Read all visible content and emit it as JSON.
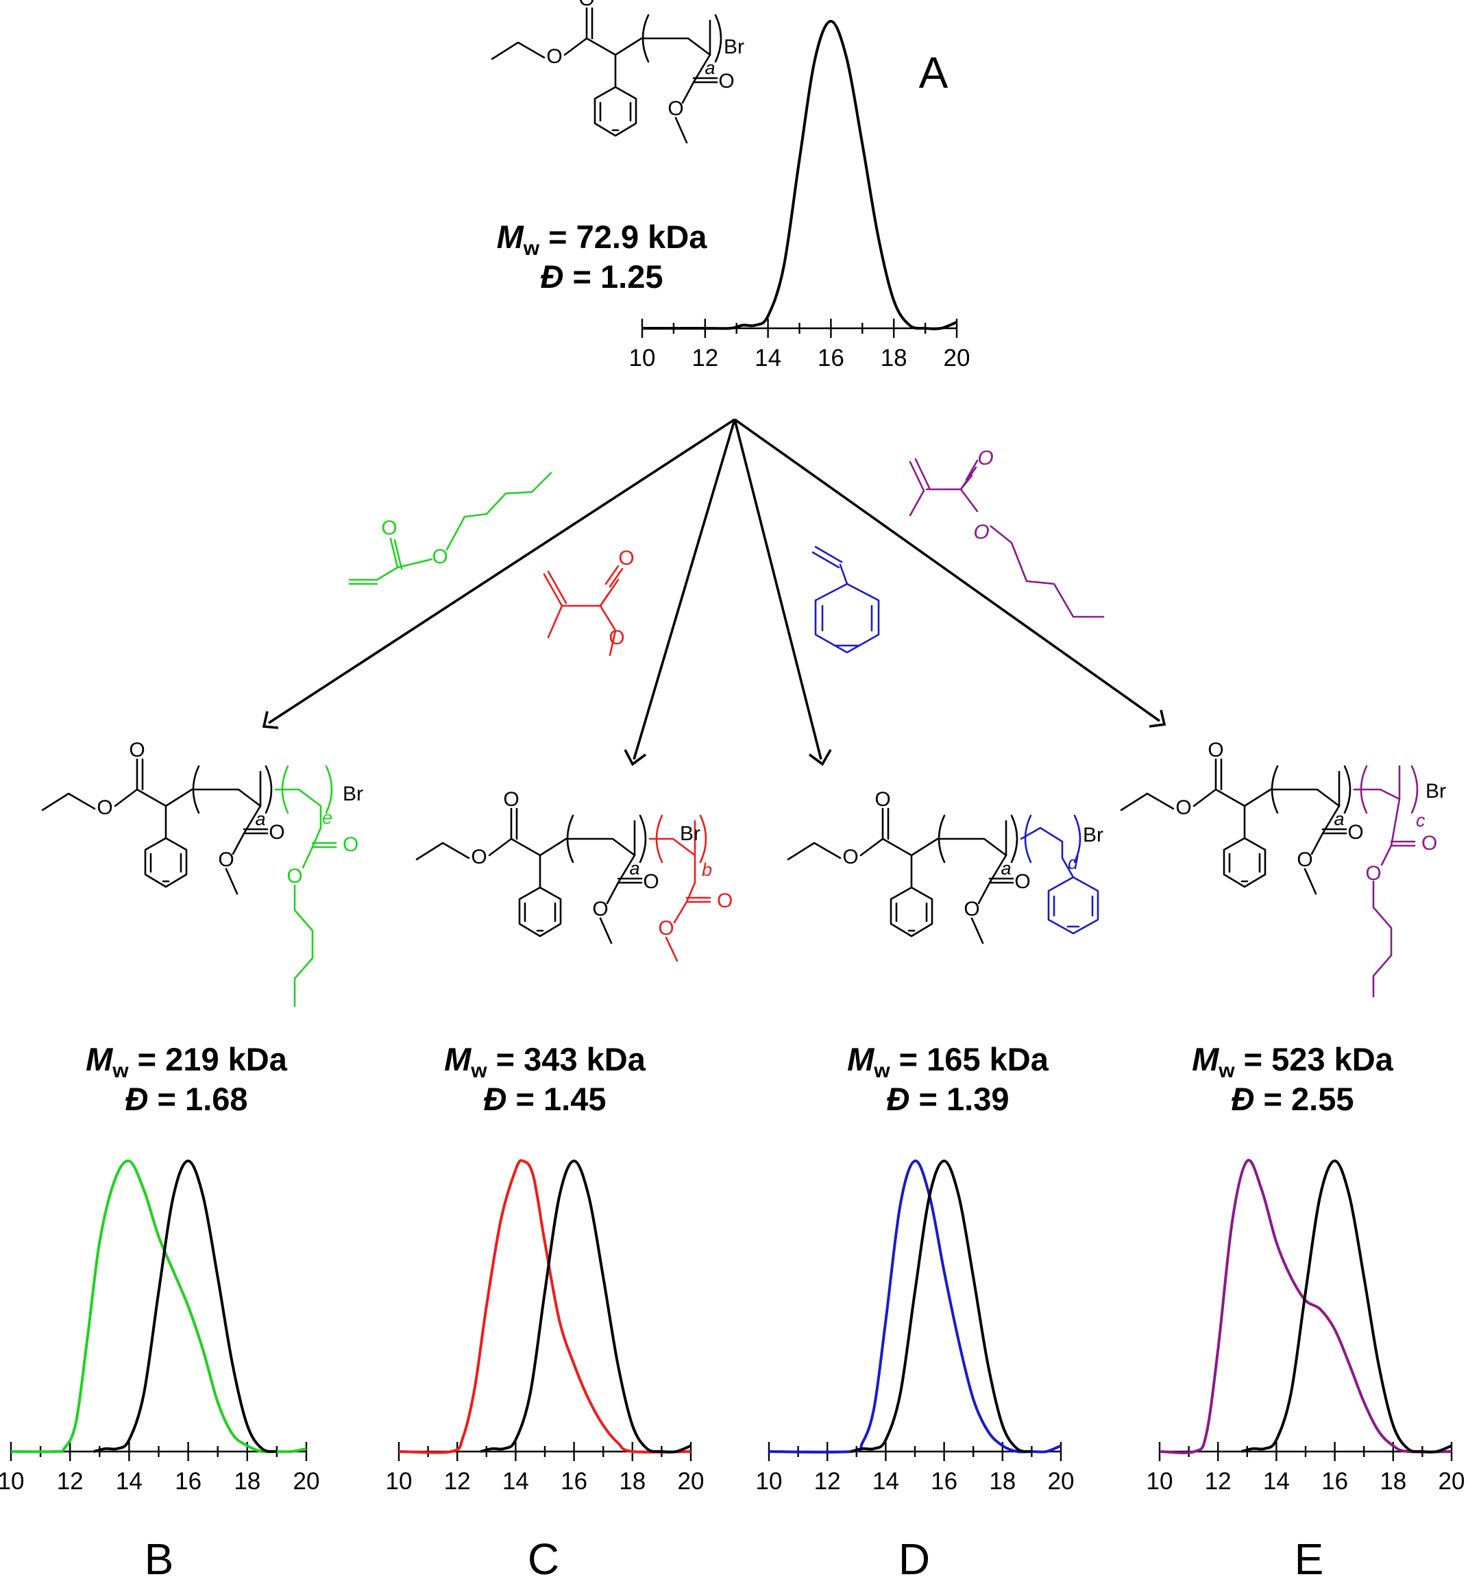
{
  "colors": {
    "base": "#000000",
    "B": "#1fd21f",
    "C": "#ee1c1c",
    "D": "#1a1acc",
    "E": "#8a1a8a"
  },
  "panels": {
    "A": {
      "label": "A",
      "mw_symbol": "M",
      "mw_sub": "w",
      "mw_value": " = 72.9 kDa",
      "d_symbol": "Đ",
      "d_value": " = 1.25"
    },
    "B": {
      "label": "B",
      "mw_symbol": "M",
      "mw_sub": "w",
      "mw_value": " = 219 kDa",
      "d_symbol": "Đ",
      "d_value": " = 1.68"
    },
    "C": {
      "label": "C",
      "mw_symbol": "M",
      "mw_sub": "w",
      "mw_value": " = 343 kDa",
      "d_symbol": "Đ",
      "d_value": " = 1.45"
    },
    "D": {
      "label": "D",
      "mw_symbol": "M",
      "mw_sub": "w",
      "mw_value": " = 165 kDa",
      "d_symbol": "Đ",
      "d_value": " = 1.39"
    },
    "E": {
      "label": "E",
      "mw_symbol": "M",
      "mw_sub": "w",
      "mw_value": " = 523 kDa",
      "d_symbol": "Đ",
      "d_value": " = 2.55"
    }
  },
  "structure_labels": {
    "O": "O",
    "Br": "Br",
    "a": "a",
    "b": "b",
    "c": "c",
    "d": "d",
    "e": "e"
  },
  "chart_data": [
    {
      "id": "A",
      "type": "line",
      "xlim": [
        10,
        20
      ],
      "xticks": [
        "10",
        "12",
        "14",
        "16",
        "18",
        "20"
      ],
      "series": [
        {
          "color": "#000000",
          "points": [
            [
              10,
              0.0
            ],
            [
              11,
              0.0
            ],
            [
              12,
              0.0
            ],
            [
              12.8,
              0.0
            ],
            [
              13.2,
              0.01
            ],
            [
              13.6,
              0.01
            ],
            [
              14,
              0.04
            ],
            [
              14.5,
              0.2
            ],
            [
              15,
              0.55
            ],
            [
              15.5,
              0.88
            ],
            [
              16,
              1.0
            ],
            [
              16.5,
              0.88
            ],
            [
              17,
              0.6
            ],
            [
              17.5,
              0.3
            ],
            [
              18,
              0.09
            ],
            [
              18.5,
              0.01
            ],
            [
              19,
              0.0
            ],
            [
              19.5,
              0.0
            ],
            [
              20,
              0.02
            ]
          ]
        }
      ]
    },
    {
      "id": "B",
      "type": "line",
      "xlim": [
        10,
        20
      ],
      "xticks": [
        "10",
        "12",
        "14",
        "16",
        "18",
        "20"
      ],
      "series": [
        {
          "color": "#1fd21f",
          "points": [
            [
              10,
              0.0
            ],
            [
              11.5,
              0.0
            ],
            [
              11.8,
              0.01
            ],
            [
              12.2,
              0.1
            ],
            [
              12.6,
              0.4
            ],
            [
              13,
              0.72
            ],
            [
              13.5,
              0.93
            ],
            [
              14,
              1.0
            ],
            [
              14.5,
              0.9
            ],
            [
              15,
              0.74
            ],
            [
              15.5,
              0.62
            ],
            [
              16,
              0.5
            ],
            [
              16.5,
              0.35
            ],
            [
              17,
              0.17
            ],
            [
              17.5,
              0.06
            ],
            [
              18,
              0.02
            ],
            [
              18.5,
              0.0
            ],
            [
              19,
              0.0
            ],
            [
              19.5,
              0.0
            ],
            [
              20,
              0.01
            ]
          ]
        },
        {
          "color": "#000000",
          "points": [
            [
              12.8,
              0.0
            ],
            [
              13.2,
              0.01
            ],
            [
              13.6,
              0.01
            ],
            [
              14,
              0.04
            ],
            [
              14.5,
              0.2
            ],
            [
              15,
              0.55
            ],
            [
              15.5,
              0.88
            ],
            [
              16,
              1.0
            ],
            [
              16.5,
              0.88
            ],
            [
              17,
              0.6
            ],
            [
              17.5,
              0.3
            ],
            [
              18,
              0.09
            ],
            [
              18.5,
              0.01
            ],
            [
              19,
              0.0
            ]
          ]
        }
      ]
    },
    {
      "id": "C",
      "type": "line",
      "xlim": [
        10,
        20
      ],
      "xticks": [
        "10",
        "12",
        "14",
        "16",
        "18",
        "20"
      ],
      "series": [
        {
          "color": "#ee1c1c",
          "points": [
            [
              10,
              0.0
            ],
            [
              11.8,
              0.0
            ],
            [
              12.2,
              0.05
            ],
            [
              12.6,
              0.22
            ],
            [
              13,
              0.5
            ],
            [
              13.5,
              0.8
            ],
            [
              14,
              0.97
            ],
            [
              14.25,
              1.0
            ],
            [
              14.6,
              0.95
            ],
            [
              15,
              0.72
            ],
            [
              15.5,
              0.45
            ],
            [
              16,
              0.3
            ],
            [
              16.5,
              0.18
            ],
            [
              17,
              0.09
            ],
            [
              17.5,
              0.03
            ],
            [
              18,
              0.0
            ],
            [
              20,
              0.0
            ]
          ]
        },
        {
          "color": "#000000",
          "points": [
            [
              12.8,
              0.0
            ],
            [
              13.2,
              0.01
            ],
            [
              13.6,
              0.01
            ],
            [
              14,
              0.04
            ],
            [
              14.5,
              0.2
            ],
            [
              15,
              0.55
            ],
            [
              15.5,
              0.88
            ],
            [
              16,
              1.0
            ],
            [
              16.5,
              0.88
            ],
            [
              17,
              0.6
            ],
            [
              17.5,
              0.3
            ],
            [
              18,
              0.09
            ],
            [
              18.5,
              0.01
            ],
            [
              19,
              0.0
            ],
            [
              19.5,
              0.0
            ],
            [
              20,
              0.02
            ]
          ]
        }
      ]
    },
    {
      "id": "D",
      "type": "line",
      "xlim": [
        10,
        20
      ],
      "xticks": [
        "10",
        "12",
        "14",
        "16",
        "18",
        "20"
      ],
      "series": [
        {
          "color": "#1a1acc",
          "points": [
            [
              10,
              0.0
            ],
            [
              12.8,
              0.0
            ],
            [
              13.2,
              0.03
            ],
            [
              13.6,
              0.15
            ],
            [
              14,
              0.45
            ],
            [
              14.5,
              0.85
            ],
            [
              15,
              1.0
            ],
            [
              15.5,
              0.88
            ],
            [
              16,
              0.62
            ],
            [
              16.5,
              0.38
            ],
            [
              17,
              0.18
            ],
            [
              17.5,
              0.07
            ],
            [
              18,
              0.02
            ],
            [
              18.5,
              0.0
            ],
            [
              19,
              0.0
            ],
            [
              19.5,
              0.0
            ],
            [
              20,
              0.02
            ]
          ]
        },
        {
          "color": "#000000",
          "points": [
            [
              12.8,
              0.0
            ],
            [
              13.2,
              0.01
            ],
            [
              13.6,
              0.01
            ],
            [
              14,
              0.04
            ],
            [
              14.5,
              0.2
            ],
            [
              15,
              0.55
            ],
            [
              15.5,
              0.88
            ],
            [
              16,
              1.0
            ],
            [
              16.5,
              0.88
            ],
            [
              17,
              0.6
            ],
            [
              17.5,
              0.3
            ],
            [
              18,
              0.09
            ],
            [
              18.5,
              0.01
            ],
            [
              19,
              0.0
            ]
          ]
        }
      ]
    },
    {
      "id": "E",
      "type": "line",
      "xlim": [
        10,
        20
      ],
      "xticks": [
        "10",
        "12",
        "14",
        "16",
        "18",
        "20"
      ],
      "series": [
        {
          "color": "#8a1a8a",
          "points": [
            [
              10,
              0.0
            ],
            [
              11.2,
              0.0
            ],
            [
              11.6,
              0.06
            ],
            [
              12,
              0.35
            ],
            [
              12.5,
              0.8
            ],
            [
              13,
              1.0
            ],
            [
              13.5,
              0.9
            ],
            [
              14,
              0.72
            ],
            [
              14.5,
              0.6
            ],
            [
              15,
              0.52
            ],
            [
              15.5,
              0.49
            ],
            [
              16,
              0.42
            ],
            [
              16.5,
              0.3
            ],
            [
              17,
              0.17
            ],
            [
              17.5,
              0.07
            ],
            [
              18,
              0.02
            ],
            [
              18.5,
              0.0
            ],
            [
              20,
              0.0
            ]
          ]
        },
        {
          "color": "#000000",
          "points": [
            [
              12.8,
              0.0
            ],
            [
              13.2,
              0.01
            ],
            [
              13.6,
              0.01
            ],
            [
              14,
              0.04
            ],
            [
              14.5,
              0.2
            ],
            [
              15,
              0.55
            ],
            [
              15.5,
              0.88
            ],
            [
              16,
              1.0
            ],
            [
              16.5,
              0.88
            ],
            [
              17,
              0.6
            ],
            [
              17.5,
              0.3
            ],
            [
              18,
              0.09
            ],
            [
              18.5,
              0.01
            ],
            [
              19,
              0.0
            ],
            [
              19.5,
              0.0
            ],
            [
              20,
              0.02
            ]
          ]
        }
      ]
    }
  ]
}
